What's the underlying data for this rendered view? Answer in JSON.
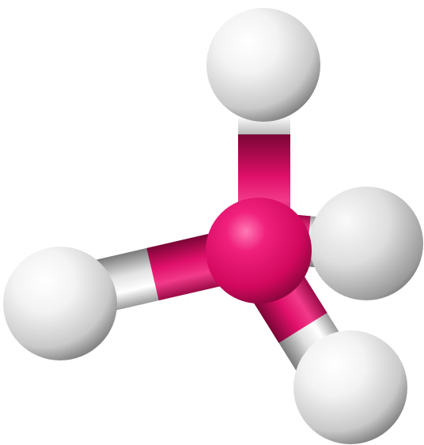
{
  "colors": {
    "background": "#ffffff",
    "central_atom": "#e8146e",
    "central_atom_dark": "#8a0a40",
    "bond_central_half": "#e0106a",
    "bond_outer_half": "#e6e6e6",
    "outer_atom": "#f2f2f2",
    "outer_atom_dark": "#8c8c8c"
  },
  "model": {
    "style": "ball-and-stick",
    "geometry": "tetrahedral",
    "central_atom_count": 1,
    "outer_atom_count": 4
  }
}
